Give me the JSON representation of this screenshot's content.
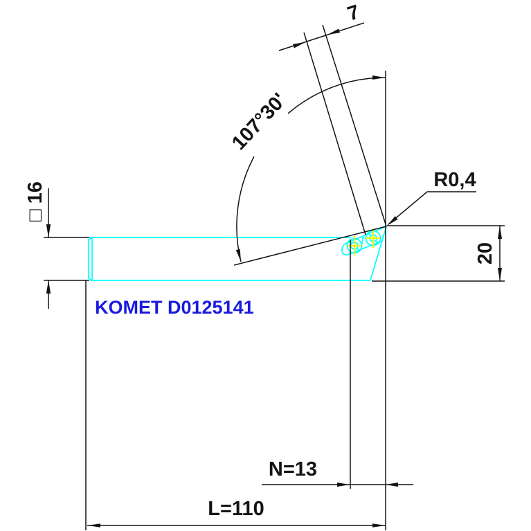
{
  "drawing": {
    "kind": "technical-drawing",
    "part_label": "KOMET D0125141",
    "dimensions": {
      "insert_width": "7",
      "head_angle": "107°30'",
      "nose_radius": "R0,4",
      "shank_square": "□ 16",
      "tip_height": "20",
      "nose_offset": "N=13",
      "overall_length": "L=110"
    },
    "colors": {
      "geometry_outline": "#00ffff",
      "screw_cross_marks": "#f2f200",
      "part_label_color": "#1a1ae0",
      "dimension_lines": "#141414",
      "background": "#ffffff"
    }
  }
}
